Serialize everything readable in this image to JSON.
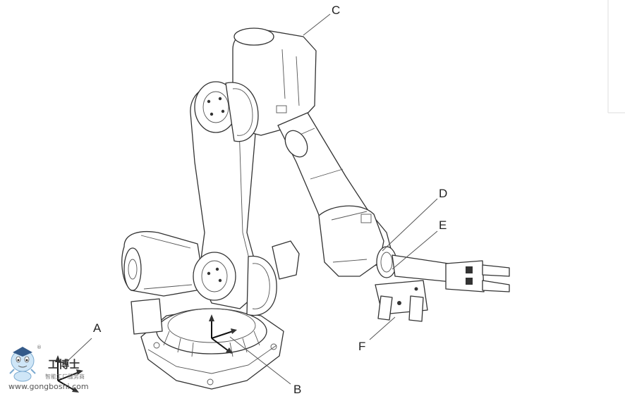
{
  "callouts": {
    "a": "A",
    "b": "B",
    "c": "C",
    "d": "D",
    "e": "E",
    "f": "F"
  },
  "watermark": {
    "brand_cn": "工博士",
    "tagline_cn": "智能工厂服务商",
    "url": "www.gongboshi.com",
    "reg_mark": "®"
  }
}
